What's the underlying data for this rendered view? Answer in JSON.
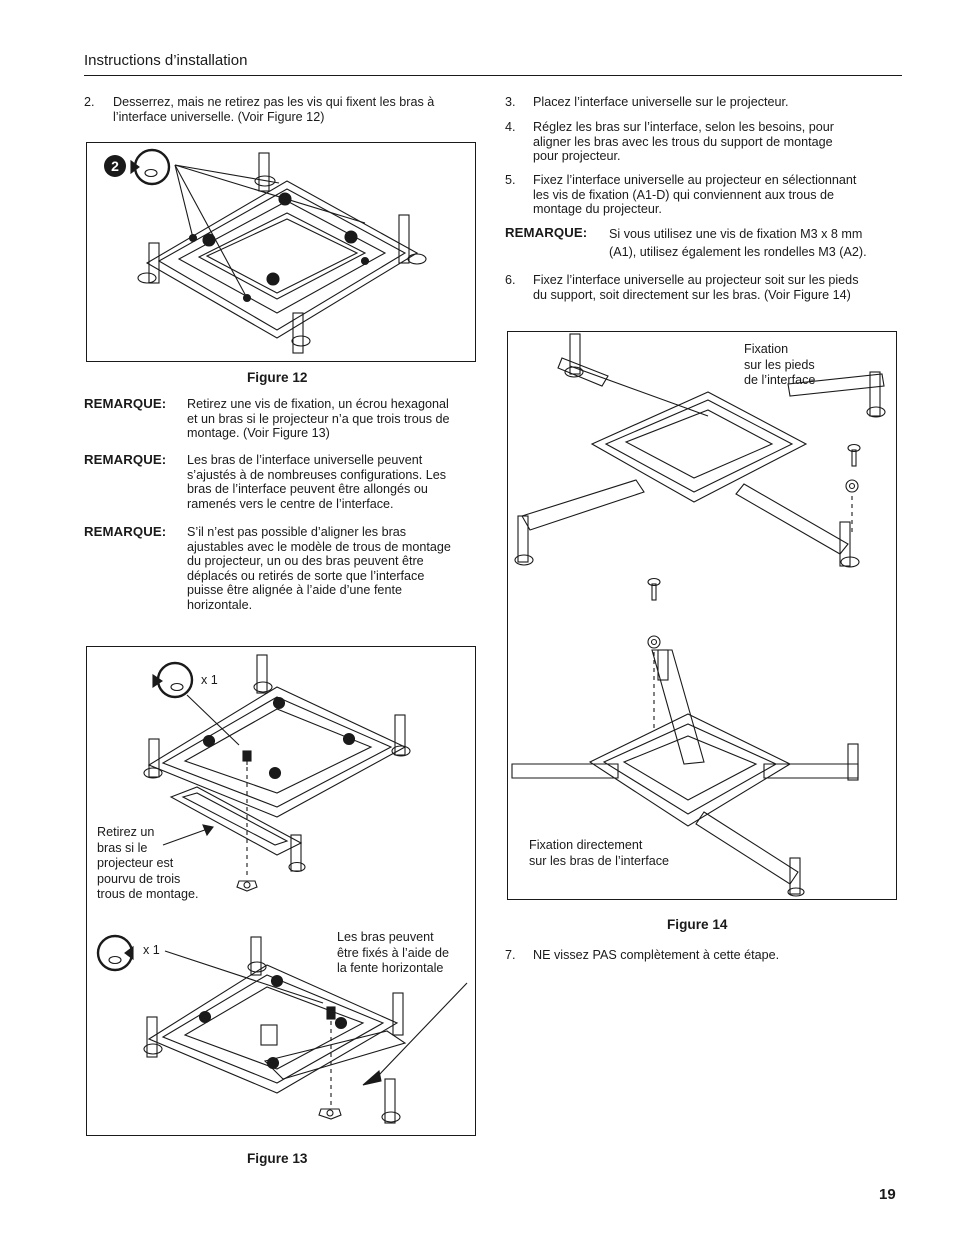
{
  "header": {
    "title": "Instructions d’installation"
  },
  "left": {
    "step2": {
      "num": "2.",
      "line1": "Desserrez, mais ne retirez pas les vis qui fixent les bras à",
      "line2": "l’interface universelle. (Voir Figure 12)"
    },
    "figure12": {
      "caption": "Figure 12",
      "badge": "2"
    },
    "notes": [
      {
        "label": "REMARQUE:",
        "lines": [
          "Retirez une vis de fixation, un écrou hexagonal",
          "et un bras si le projecteur n’a que trois trous de",
          "montage. (Voir Figure 13)"
        ]
      },
      {
        "label": "REMARQUE:",
        "lines": [
          "Les bras de l’interface universelle peuvent",
          "s’ajustés à de nombreuses configurations. Les",
          "bras de l’interface peuvent être allongés ou",
          "ramenés vers le centre de l’interface."
        ]
      },
      {
        "label": "REMARQUE:",
        "lines": [
          "S’il n’est pas possible d’aligner les bras",
          "ajustables avec le modèle de trous de montage",
          "du projecteur, un ou des bras peuvent être",
          "déplacés ou retirés de sorte que l’interface",
          "puisse être alignée à l’aide d’une fente",
          "horizontale."
        ]
      }
    ],
    "figure13": {
      "caption": "Figure 13",
      "qty_top": "x 1",
      "qty_bottom": "x 1",
      "remove_arm": [
        "Retirez un",
        "bras si le",
        "projecteur est",
        "pourvu de trois",
        "trous de montage."
      ],
      "slot_note": [
        "Les bras peuvent",
        "être fixés à l’aide de",
        "la fente horizontale"
      ]
    }
  },
  "right": {
    "step3": {
      "num": "3.",
      "line1": "Placez l’interface universelle sur le projecteur."
    },
    "step4": {
      "num": "4.",
      "lines": [
        "Réglez les bras sur l’interface, selon les besoins, pour",
        "aligner les bras avec les trous du support de montage",
        "pour projecteur."
      ]
    },
    "step5": {
      "num": "5.",
      "lines": [
        "Fixez l’interface universelle au projecteur en sélectionnant",
        "les vis de fixation (A1-D) qui conviennent aux trous de",
        "montage du projecteur."
      ]
    },
    "note": {
      "label": "REMARQUE:",
      "line1": "Si vous utilisez une vis de fixation M3 x 8 mm",
      "line2": "(A1), utilisez également les rondelles M3 (A2)."
    },
    "step6": {
      "num": "6.",
      "lines": [
        "Fixez l’interface universelle au projecteur soit sur les pieds",
        "du support, soit directement sur les bras. (Voir Figure 14)"
      ]
    },
    "figure14": {
      "caption": "Figure 14",
      "feet_label": [
        "Fixation",
        "sur les pieds",
        "de l’interface"
      ],
      "arms_label": [
        "Fixation directement",
        "sur les bras de l’interface"
      ]
    },
    "step7": {
      "num": "7.",
      "line1": "NE vissez PAS complètement à cette étape."
    }
  },
  "page_number": "19"
}
